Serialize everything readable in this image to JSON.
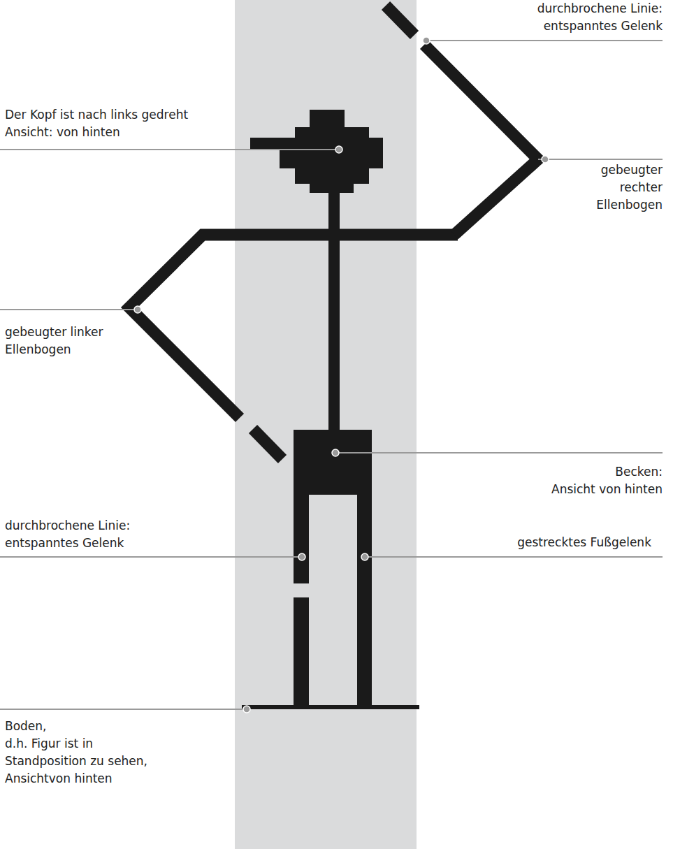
{
  "diagram": {
    "labels": [
      "durchbrochene Linie: entspanntes Gelenk",
      "Der Kopf ist nach links gedreht Ansicht: von hinten",
      "gebeugter rechter Ellenbogen",
      "gebeugter linker Ellenbogen",
      "Becken: Ansicht von hinten",
      "durchbrochene Linie: entspanntes Gelenk",
      "gestrecktes Fußgelenk",
      "Boden, d.h. Figur ist in Standposition zu sehen, Ansichtvon hinten"
    ]
  }
}
